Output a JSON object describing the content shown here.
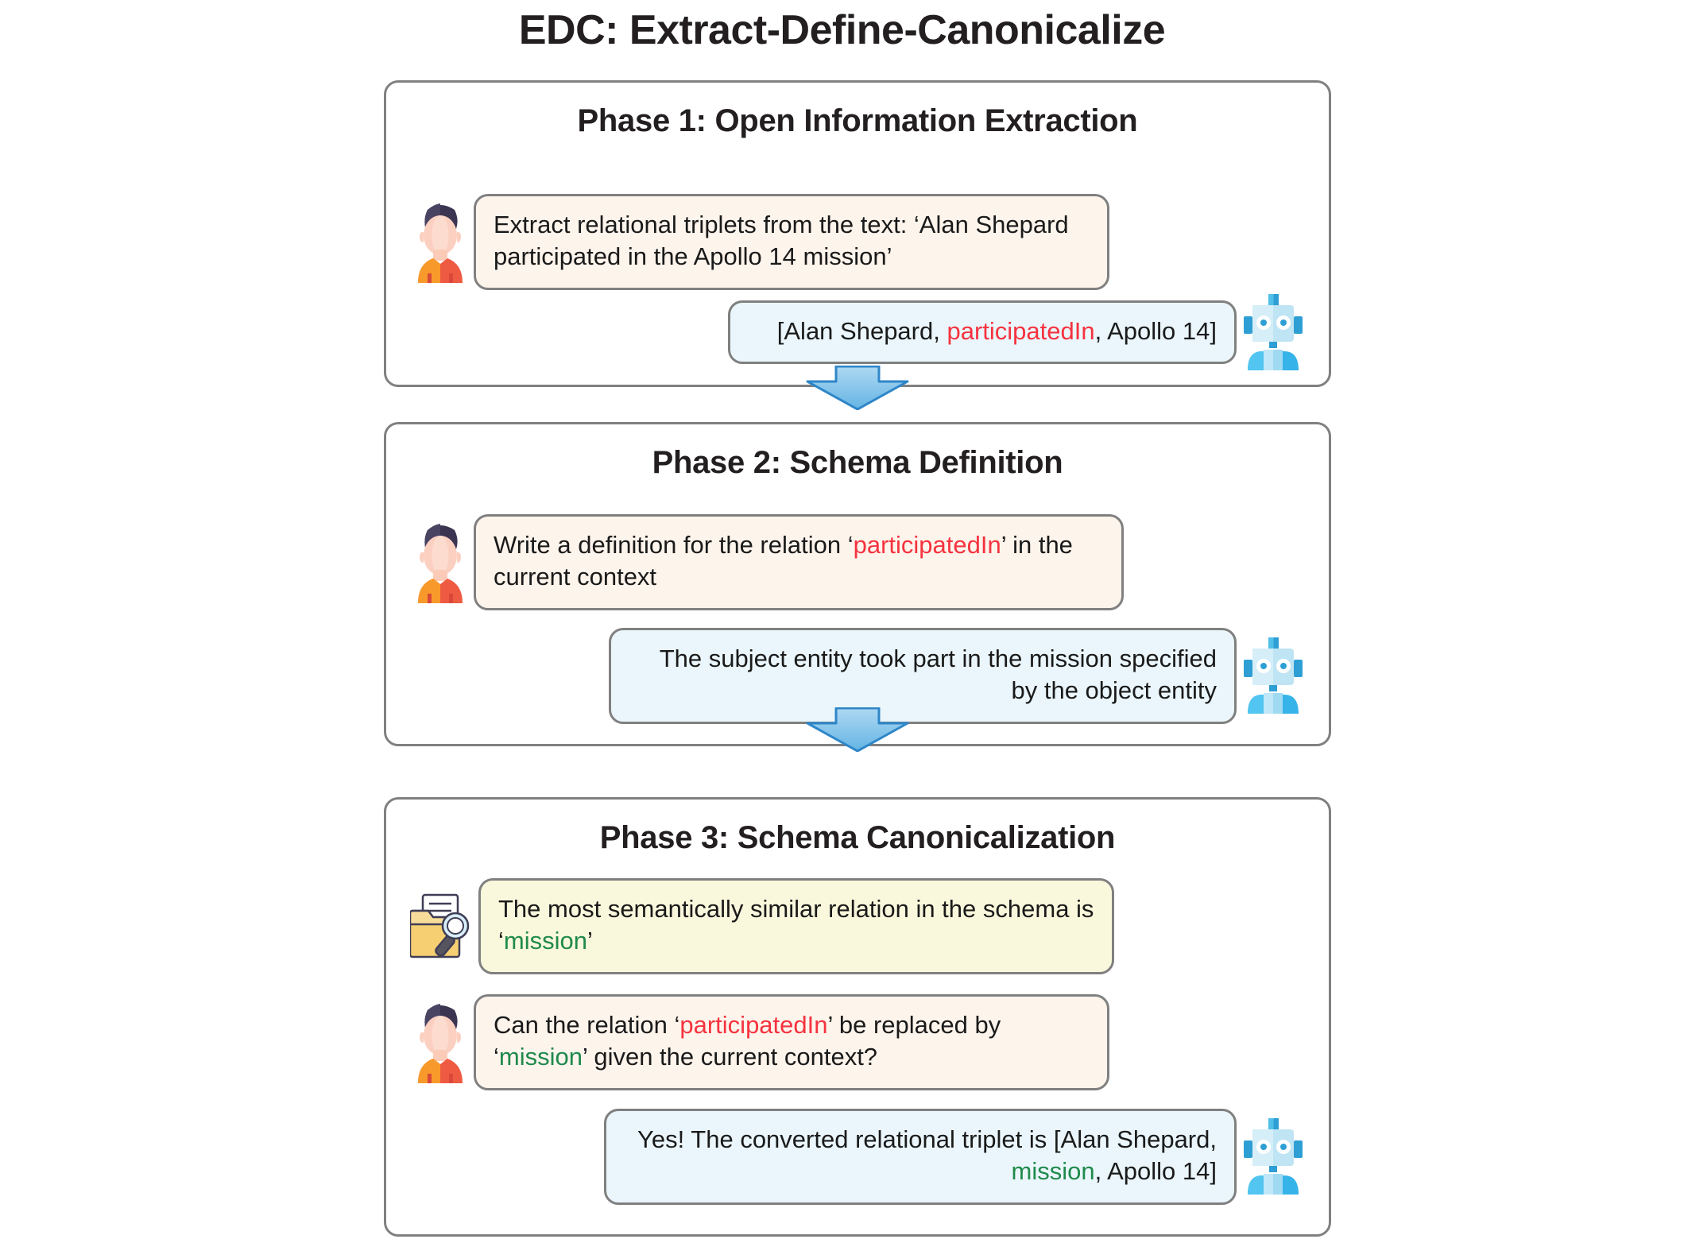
{
  "title": "EDC: Extract-Define-Canonicalize",
  "colors": {
    "relation_highlight": "#f5333f",
    "canonical_highlight": "#1f8a4c",
    "user_bubble": "#fdf4ec",
    "bot_bubble": "#eaf6fb",
    "retriever_bubble": "#faf8dc",
    "panel_border": "#808080",
    "arrow": "#2e86c8"
  },
  "phases": [
    {
      "id": "phase-1",
      "title": "Phase 1: Open Information Extraction",
      "messages": [
        {
          "role": "user",
          "icon": "person-avatar-icon",
          "segments": [
            {
              "text": "Extract relational triplets from the text: ‘Alan Shepard participated in the Apollo 14 mission’",
              "style": "plain"
            }
          ]
        },
        {
          "role": "assistant",
          "icon": "robot-icon",
          "segments": [
            {
              "text": "[Alan Shepard, ",
              "style": "plain"
            },
            {
              "text": "participatedIn",
              "style": "red"
            },
            {
              "text": ", Apollo 14]",
              "style": "plain"
            }
          ]
        }
      ]
    },
    {
      "id": "phase-2",
      "title": "Phase 2: Schema Definition",
      "messages": [
        {
          "role": "user",
          "icon": "person-avatar-icon",
          "segments": [
            {
              "text": "Write a definition for the relation ‘",
              "style": "plain"
            },
            {
              "text": "participatedIn",
              "style": "red"
            },
            {
              "text": "’ in the current context",
              "style": "plain"
            }
          ]
        },
        {
          "role": "assistant",
          "icon": "robot-icon",
          "segments": [
            {
              "text": "The subject entity took part in the mission specified by the object entity",
              "style": "plain"
            }
          ]
        }
      ]
    },
    {
      "id": "phase-3",
      "title": "Phase 3: Schema Canonicalization",
      "messages": [
        {
          "role": "retriever",
          "icon": "folder-search-icon",
          "segments": [
            {
              "text": "The most semantically similar relation in the schema is ‘",
              "style": "plain"
            },
            {
              "text": "mission",
              "style": "green"
            },
            {
              "text": "’",
              "style": "plain"
            }
          ]
        },
        {
          "role": "user",
          "icon": "person-avatar-icon",
          "segments": [
            {
              "text": "Can the relation ‘",
              "style": "plain"
            },
            {
              "text": "participatedIn",
              "style": "red"
            },
            {
              "text": "’ be replaced by ‘",
              "style": "plain"
            },
            {
              "text": "mission",
              "style": "green"
            },
            {
              "text": "’ given the current context?",
              "style": "plain"
            }
          ]
        },
        {
          "role": "assistant",
          "icon": "robot-icon",
          "segments": [
            {
              "text": "Yes! The converted relational triplet is [Alan Shepard, ",
              "style": "plain"
            },
            {
              "text": "mission",
              "style": "green"
            },
            {
              "text": ", Apollo 14]",
              "style": "plain"
            }
          ]
        }
      ]
    }
  ],
  "arrows": [
    {
      "name": "arrow-phase1-to-phase2",
      "direction": "down"
    },
    {
      "name": "arrow-phase2-to-phase3",
      "direction": "down"
    }
  ]
}
